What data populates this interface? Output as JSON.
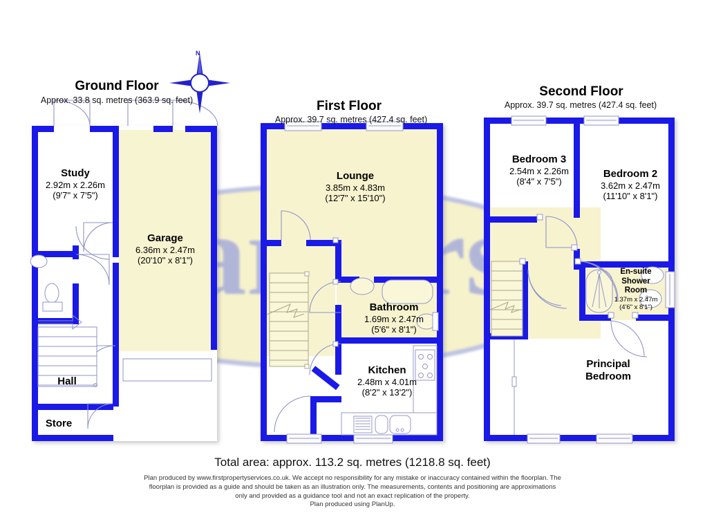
{
  "document": {
    "type": "property-floorplan",
    "watermark_text": "Barbers",
    "compass_label": "N",
    "total_area": "Total area: approx. 113.2 sq. metres (1218.8 sq. feet)",
    "disclaimer_lines": [
      "Plan produced by www.firstpropertyservices.co.uk. We accept no responsibility for any mistake or inaccuracy contained within the floorplan. The",
      "floorplan is provided as a guide and should be taken as an illustration only. The measurements, contents and positioning are approximations",
      "only and provided as a guidance tool and not an exact replication of the property.",
      "Plan produced using PlanUp."
    ],
    "colors": {
      "wall": "#1a19e8",
      "room_fill_white": "#ffffff",
      "room_fill_cream": "#f7f3cf",
      "watermark": "#aab0dd",
      "watermark_ellipse": "#f7f2c8",
      "text": "#000000",
      "fixture_line": "#8f93c8"
    }
  },
  "floors": [
    {
      "id": "ground",
      "title": "Ground Floor",
      "subtitle": "Approx. 33.8 sq. metres (363.9 sq. feet)",
      "rooms": [
        {
          "id": "study",
          "name": "Study",
          "dim_m": "2.92m x 2.26m",
          "dim_ft": "(9'7\" x 7'5\")"
        },
        {
          "id": "garage",
          "name": "Garage",
          "dim_m": "6.36m x 2.47m",
          "dim_ft": "(20'10\" x 8'1\")"
        },
        {
          "id": "hall",
          "name": "Hall",
          "dim_m": "",
          "dim_ft": ""
        },
        {
          "id": "store",
          "name": "Store",
          "dim_m": "",
          "dim_ft": ""
        }
      ]
    },
    {
      "id": "first",
      "title": "First Floor",
      "subtitle": "Approx. 39.7 sq. metres (427.4 sq. feet)",
      "rooms": [
        {
          "id": "lounge",
          "name": "Lounge",
          "dim_m": "3.85m x 4.83m",
          "dim_ft": "(12'7\" x 15'10\")"
        },
        {
          "id": "bathroom",
          "name": "Bathroom",
          "dim_m": "1.69m x 2.47m",
          "dim_ft": "(5'6\" x 8'1\")"
        },
        {
          "id": "kitchen",
          "name": "Kitchen",
          "dim_m": "2.48m x 4.01m",
          "dim_ft": "(8'2\" x 13'2\")"
        }
      ]
    },
    {
      "id": "second",
      "title": "Second Floor",
      "subtitle": "Approx. 39.7 sq. metres (427.4 sq. feet)",
      "rooms": [
        {
          "id": "bedroom3",
          "name": "Bedroom 3",
          "dim_m": "2.54m x 2.26m",
          "dim_ft": "(8'4\" x 7'5\")"
        },
        {
          "id": "bedroom2",
          "name": "Bedroom 2",
          "dim_m": "3.62m x 2.47m",
          "dim_ft": "(11'10\" x 8'1\")"
        },
        {
          "id": "ensuite",
          "name": "En-suite Shower Room",
          "name_line1": "En-suite",
          "name_line2": "Shower",
          "name_line3": "Room",
          "dim_m": "1.37m x 2.47m",
          "dim_ft": "(4'6\" x 8'1\")"
        },
        {
          "id": "principal",
          "name": "Principal Bedroom",
          "name_line1": "Principal",
          "name_line2": "Bedroom",
          "dim_m": "",
          "dim_ft": ""
        }
      ]
    }
  ]
}
